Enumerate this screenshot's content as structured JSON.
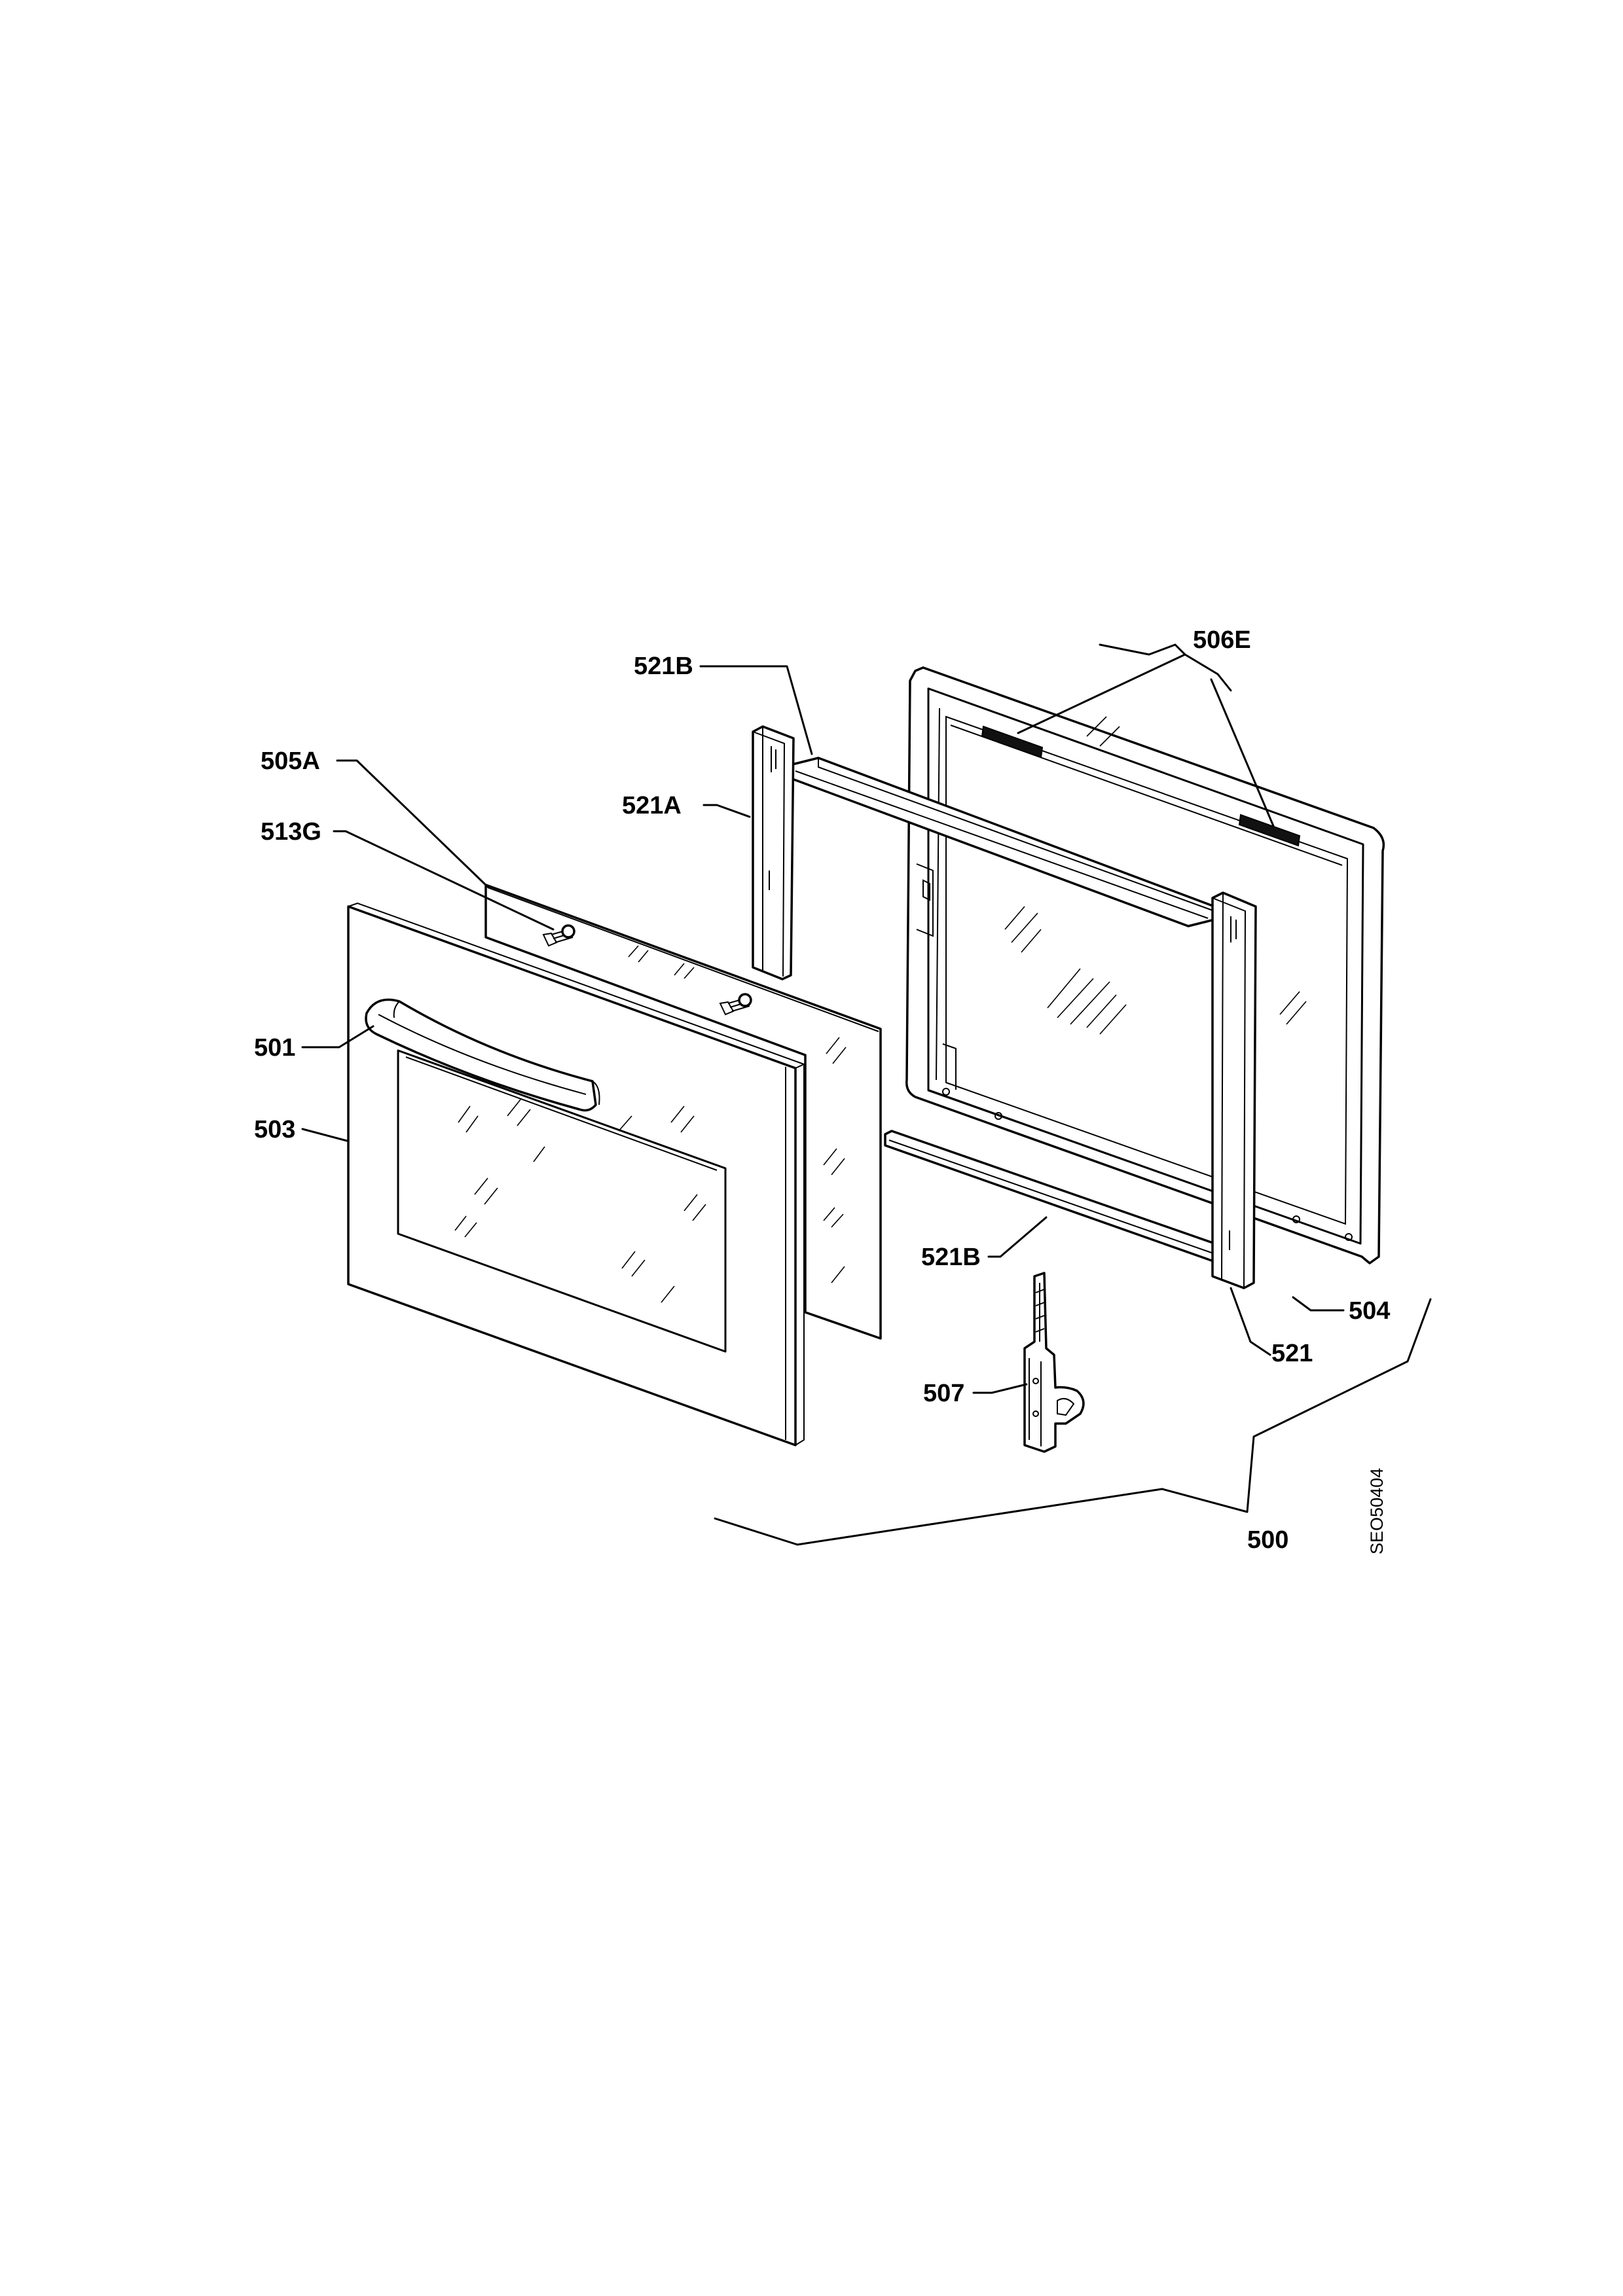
{
  "labels": {
    "l506E": "506E",
    "l521B_top": "521B",
    "l505A": "505A",
    "l521A": "521A",
    "l513G": "513G",
    "l501": "501",
    "l503": "503",
    "l521B_bottom": "521B",
    "l504": "504",
    "l521": "521",
    "l507": "507",
    "l500": "500"
  },
  "drawing_code": "SEO50404"
}
